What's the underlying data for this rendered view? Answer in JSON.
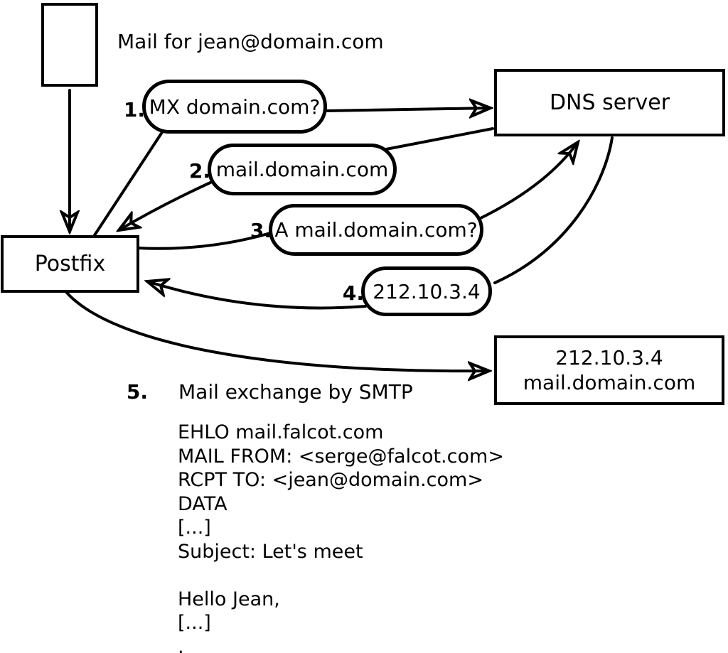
{
  "title": "Mail for jean@domain.com",
  "nodes": {
    "sender_message": "envelope",
    "postfix": "Postfix",
    "dns_server": "DNS server",
    "mail_server": {
      "line1": "212.10.3.4",
      "line2": "mail.domain.com"
    }
  },
  "steps": [
    {
      "number": "1.",
      "label": "MX domain.com?"
    },
    {
      "number": "2.",
      "label": "mail.domain.com"
    },
    {
      "number": "3.",
      "label": "A mail.domain.com?"
    },
    {
      "number": "4.",
      "label": "212.10.3.4"
    },
    {
      "number": "5.",
      "label": "Mail exchange by SMTP"
    }
  ],
  "smtp_session": {
    "lines": [
      "EHLO mail.falcot.com",
      "MAIL FROM: <serge@falcot.com>",
      "RCPT TO: <jean@domain.com>",
      "DATA",
      "[...]",
      "Subject: Let's meet",
      "",
      "Hello Jean,",
      "[...]",
      "."
    ]
  },
  "colors": {
    "stroke": "#000000",
    "background": "#ffffff"
  }
}
